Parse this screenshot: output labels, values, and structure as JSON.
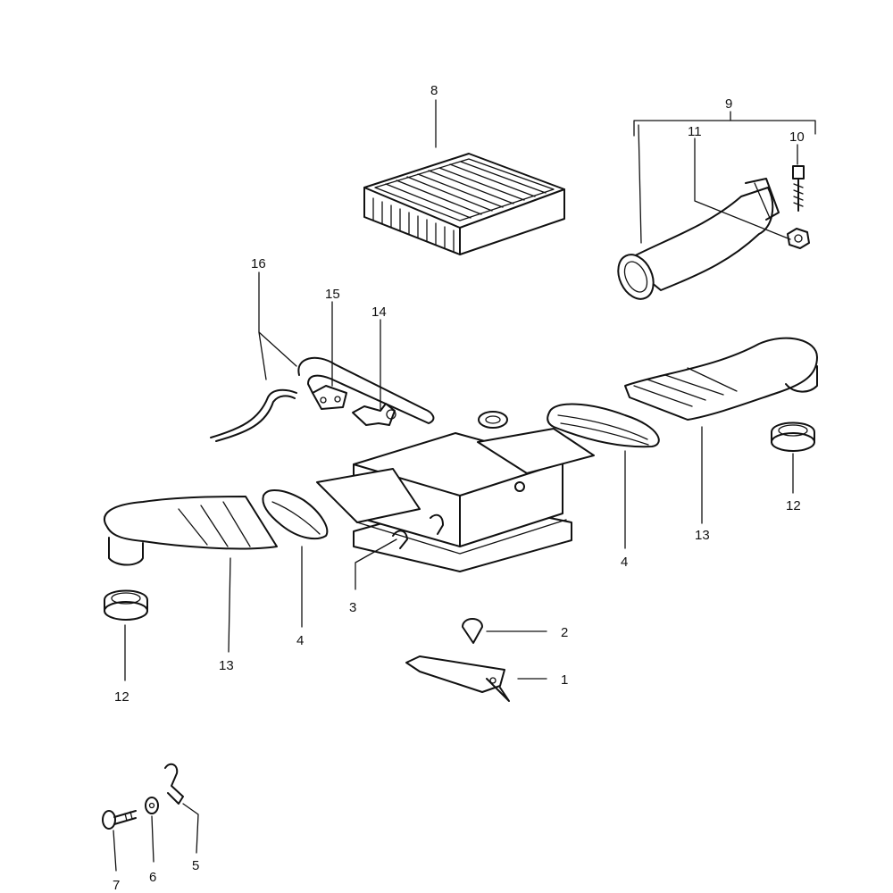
{
  "callouts": [
    {
      "id": "c8",
      "text": "8"
    },
    {
      "id": "c9",
      "text": "9"
    },
    {
      "id": "c11",
      "text": "11"
    },
    {
      "id": "c10",
      "text": "10"
    },
    {
      "id": "c16",
      "text": "16"
    },
    {
      "id": "c15",
      "text": "15"
    },
    {
      "id": "c14",
      "text": "14"
    },
    {
      "id": "c12r",
      "text": "12"
    },
    {
      "id": "c13r",
      "text": "13"
    },
    {
      "id": "c4r",
      "text": "4"
    },
    {
      "id": "c3",
      "text": "3"
    },
    {
      "id": "c2",
      "text": "2"
    },
    {
      "id": "c1",
      "text": "1"
    },
    {
      "id": "c13l",
      "text": "13"
    },
    {
      "id": "c4l",
      "text": "4"
    },
    {
      "id": "c12l",
      "text": "12"
    },
    {
      "id": "c7",
      "text": "7"
    },
    {
      "id": "c6",
      "text": "6"
    },
    {
      "id": "c5",
      "text": "5"
    }
  ]
}
